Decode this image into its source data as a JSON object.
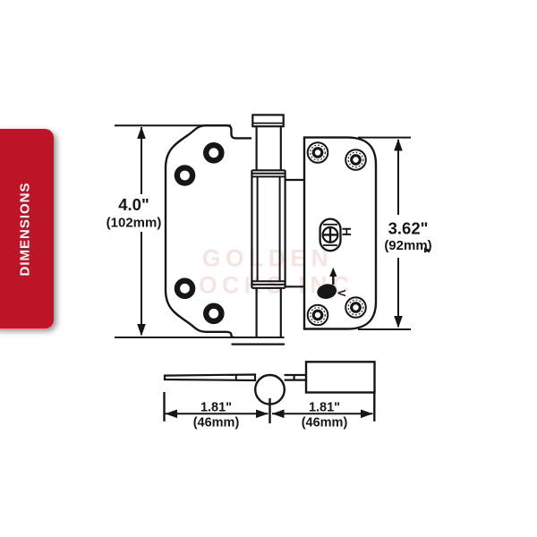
{
  "banner": {
    "label": "DIMENSIONS",
    "bg_color": "#bd1528",
    "text_color": "#ffffff"
  },
  "watermark": {
    "line1": "GOLDEN",
    "line2": "LOCKS INC",
    "color": "#f6e4e2"
  },
  "diagram": {
    "ink_color": "#161616",
    "front_view": {
      "left_leaf_height_in": "4.0\"",
      "left_leaf_height_mm": "(102mm)",
      "right_leaf_height_in": "3.62\"",
      "right_leaf_height_mm": "(92mm)",
      "horizontal_adjust_label": "H",
      "vertical_adjust_label": "V"
    },
    "top_view": {
      "left_leaf_width_in": "1.81\"",
      "left_leaf_width_mm": "(46mm)",
      "right_leaf_width_in": "1.81\"",
      "right_leaf_width_mm": "(46mm)"
    }
  }
}
